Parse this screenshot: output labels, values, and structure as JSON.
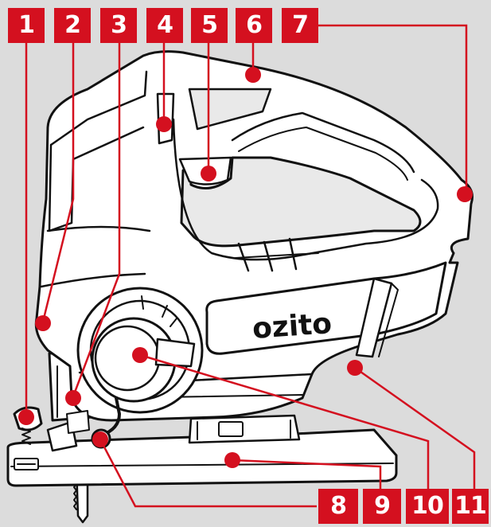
{
  "brand": {
    "logo_text": "ozito"
  },
  "colors": {
    "background": "#dcdcdc",
    "callout_red": "#d4101f",
    "outline": "#111111",
    "body_fill": "#ffffff",
    "recess_fill": "#e9e9e9"
  },
  "callouts": [
    {
      "number": "1",
      "part": "blade-clamp-lever"
    },
    {
      "number": "2",
      "part": "led-work-light"
    },
    {
      "number": "3",
      "part": "blade-guard"
    },
    {
      "number": "4",
      "part": "trigger-lock-off"
    },
    {
      "number": "5",
      "part": "trigger"
    },
    {
      "number": "6",
      "part": "handle"
    },
    {
      "number": "7",
      "part": "battery-port"
    },
    {
      "number": "8",
      "part": "dust-blower"
    },
    {
      "number": "9",
      "part": "base-plate"
    },
    {
      "number": "10",
      "part": "speed-dial"
    },
    {
      "number": "11",
      "part": "bevel-lock"
    }
  ]
}
